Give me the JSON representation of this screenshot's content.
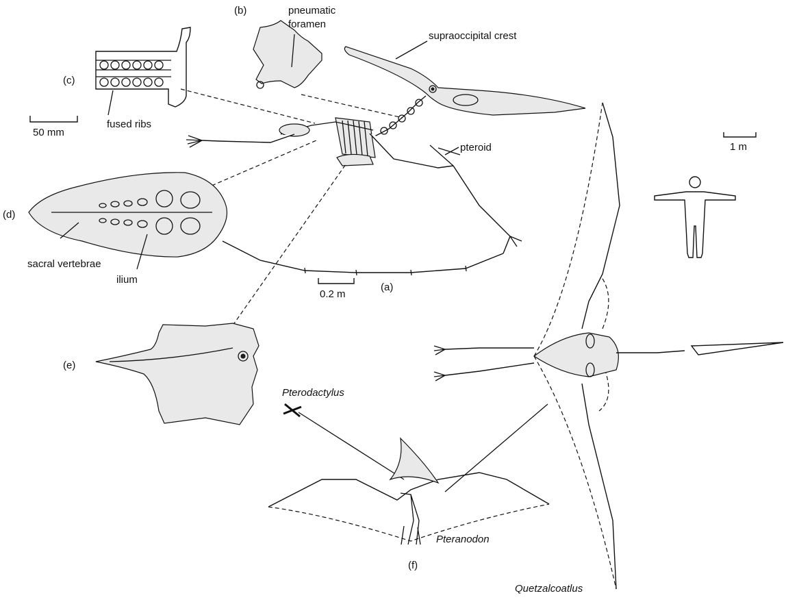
{
  "labels": {
    "b": "(b)",
    "pneumatic_foramen_line1": "pneumatic",
    "pneumatic_foramen_line2": "foramen",
    "supraoccipital_crest": "supraoccipital crest",
    "c": "(c)",
    "fused_ribs": "fused ribs",
    "scale_50mm": "50 mm",
    "scale_1m": "1 m",
    "pteroid": "pteroid",
    "d": "(d)",
    "sacral_vertebrae": "sacral vertebrae",
    "ilium": "ilium",
    "scale_02m": "0.2 m",
    "a": "(a)",
    "e": "(e)",
    "pterodactylus": "Pterodactylus",
    "pteranodon": "Pteranodon",
    "f": "(f)",
    "quetzalcoatlus": "Quetzalcoatlus"
  }
}
